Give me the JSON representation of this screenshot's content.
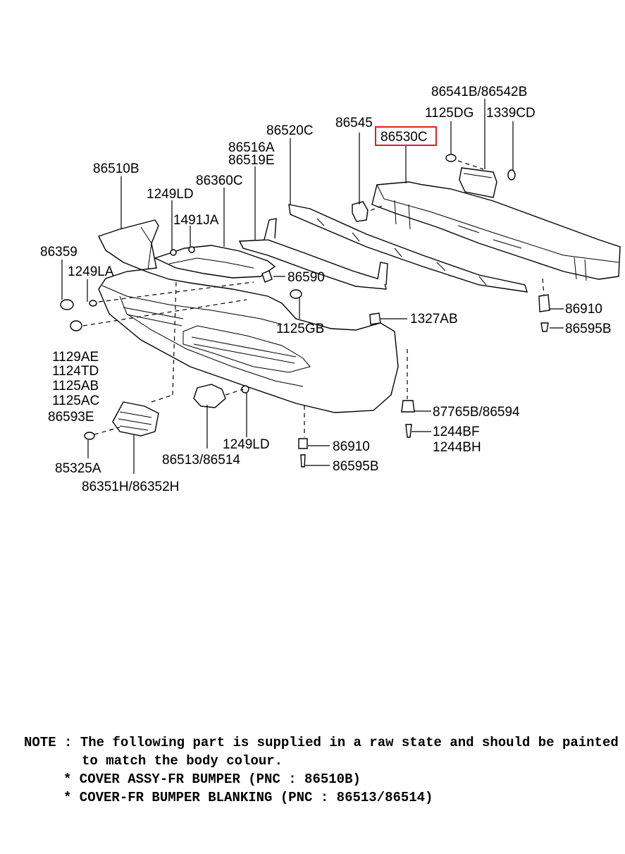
{
  "labels": {
    "l86541b": "86541B/86542B",
    "l1125dg": "1125DG",
    "l1339cd": "1339CD",
    "l86545": "86545",
    "l86530c": "86530C",
    "l86520c": "86520C",
    "l86516a": "86516A",
    "l86519e": "86519E",
    "l86510b": "86510B",
    "l86360c": "86360C",
    "l1249ld_a": "1249LD",
    "l1491ja": "1491JA",
    "l86359": "86359",
    "l1249la": "1249LA",
    "l86590": "86590",
    "l1125gb": "1125GB",
    "l1327ab": "1327AB",
    "l86910_a": "86910",
    "l86595b_a": "86595B",
    "l1129ae": "1129AE",
    "l1124td": "1124TD",
    "l1125ab": "1125AB",
    "l1125ac": "1125AC",
    "l86593e": "86593E",
    "l87765b": "87765B/86594",
    "l1244bf": "1244BF",
    "l1244bh": "1244BH",
    "l1249ld_b": "1249LD",
    "l86910_b": "86910",
    "l86595b_b": "86595B",
    "l85325a": "85325A",
    "l86513": "86513/86514",
    "l86351h": "86351H/86352H"
  },
  "highlighted_part": "86530C",
  "highlight_color": "#e02020",
  "note": {
    "prefix": "NOTE :",
    "line1": "The following part is supplied in a raw state and should be painted",
    "line2": "to match the body colour.",
    "item1": "* COVER ASSY-FR BUMPER (PNC : 86510B)",
    "item2": "* COVER-FR BUMPER BLANKING (PNC : 86513/86514)"
  }
}
